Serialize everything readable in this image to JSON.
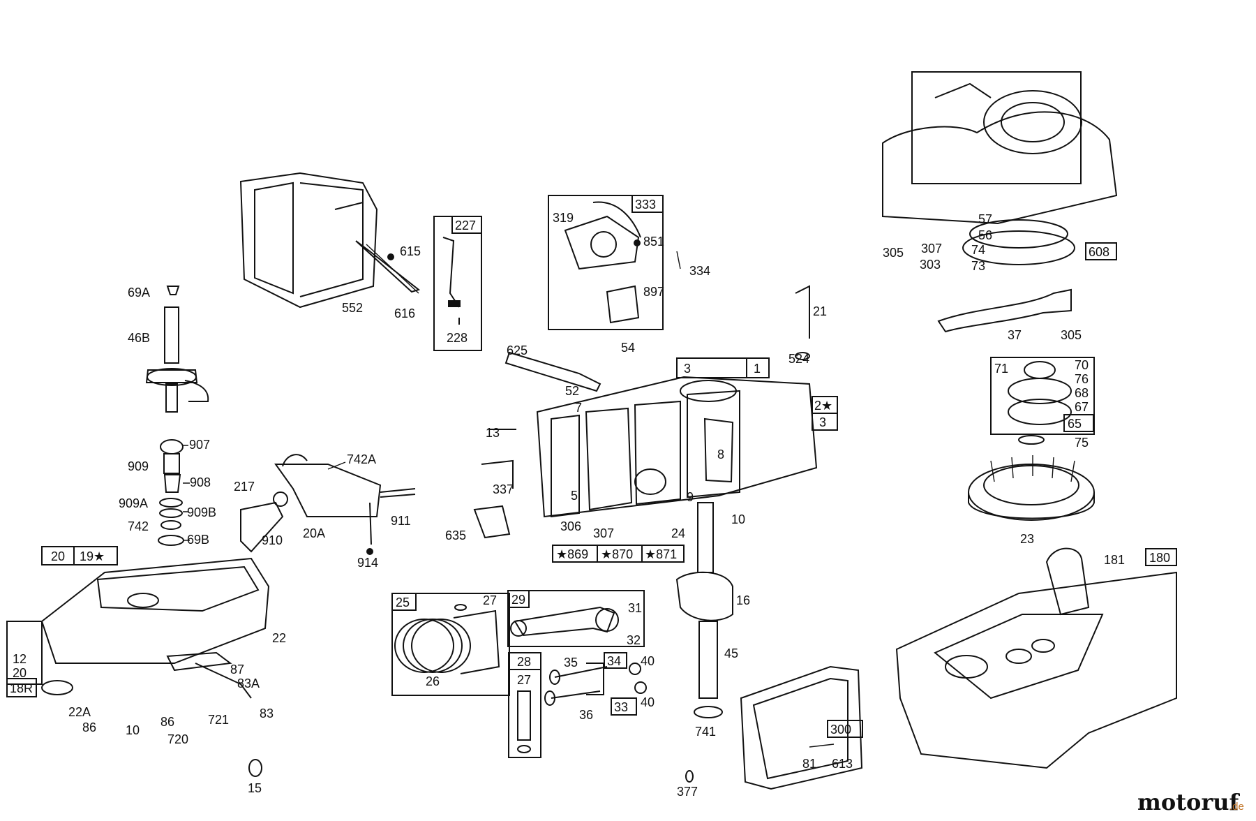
{
  "labels": {
    "l_615": "615",
    "l_552": "552",
    "l_616": "616",
    "l_227": "227",
    "l_228": "228",
    "l_319": "319",
    "l_333": "333",
    "l_851": "851",
    "l_334": "334",
    "l_897": "897",
    "l_69A": "69A",
    "l_46B": "46B",
    "l_625": "625",
    "l_54": "54",
    "l_52": "52",
    "l_7": "7",
    "l_3a": "3",
    "l_1": "1",
    "l_2": "2★",
    "l_3b": "3",
    "l_21": "21",
    "l_524": "524",
    "l_13": "13",
    "l_8": "8",
    "l_337": "337",
    "l_5": "5",
    "l_9": "9",
    "l_10a": "10",
    "l_635": "635",
    "l_306": "306",
    "l_307": "307",
    "l_24": "24",
    "l_869": "★869",
    "l_870": "★870",
    "l_871": "★871",
    "l_907": "907",
    "l_909": "909",
    "l_908": "908",
    "l_909A": "909A",
    "l_909B": "909B",
    "l_742": "742",
    "l_69B": "69B",
    "l_742A": "742A",
    "l_217": "217",
    "l_911": "911",
    "l_910": "910",
    "l_20A": "20A",
    "l_914": "914",
    "l_20": "20",
    "l_19": "19★",
    "l_12": "12",
    "l_20b": "20",
    "l_18R": "18R",
    "l_87": "87",
    "l_22": "22",
    "l_83A": "83A",
    "l_83": "83",
    "l_22A": "22A",
    "l_86a": "86",
    "l_10b": "10",
    "l_86b": "86",
    "l_720": "720",
    "l_721": "721",
    "l_15": "15",
    "l_25": "25",
    "l_27a": "27",
    "l_26": "26",
    "l_29": "29",
    "l_31": "31",
    "l_32": "32",
    "l_28": "28",
    "l_27b": "27",
    "l_35": "35",
    "l_34": "34",
    "l_40a": "40",
    "l_33": "33",
    "l_40b": "40",
    "l_36": "36",
    "l_16": "16",
    "l_45": "45",
    "l_741": "741",
    "l_377": "377",
    "l_300": "300",
    "l_81": "81",
    "l_613": "613",
    "l_181": "181",
    "l_180": "180",
    "l_57": "57",
    "l_56": "56",
    "l_307b": "307",
    "l_305a": "305",
    "l_303": "303",
    "l_74": "74",
    "l_73": "73",
    "l_608": "608",
    "l_37": "37",
    "l_305b": "305",
    "l_71": "71",
    "l_70": "70",
    "l_76": "76",
    "l_68": "68",
    "l_67": "67",
    "l_65": "65",
    "l_75": "75",
    "l_23": "23"
  },
  "watermark": {
    "brand": "motoruf",
    "suffix": ".de"
  }
}
